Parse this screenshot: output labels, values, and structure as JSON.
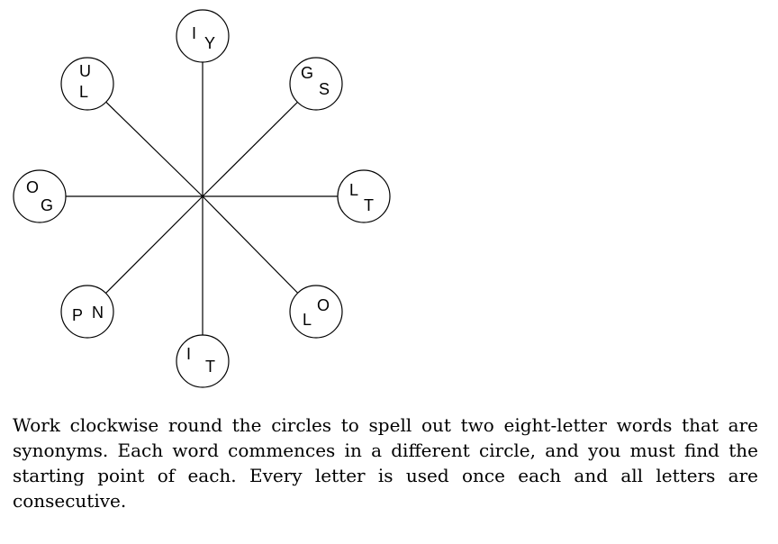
{
  "puzzle": {
    "circles": [
      {
        "id": "top",
        "letters": [
          "I",
          "Y"
        ]
      },
      {
        "id": "top-right",
        "letters": [
          "G",
          "S"
        ]
      },
      {
        "id": "right",
        "letters": [
          "L",
          "T"
        ]
      },
      {
        "id": "bottom-right",
        "letters": [
          "O",
          "L"
        ]
      },
      {
        "id": "bottom",
        "letters": [
          "I",
          "T"
        ]
      },
      {
        "id": "bottom-left",
        "letters": [
          "P",
          "N"
        ]
      },
      {
        "id": "left",
        "letters": [
          "O",
          "G"
        ]
      },
      {
        "id": "top-left",
        "letters": [
          "U",
          "L"
        ]
      }
    ]
  },
  "instructions": "Work clockwise round the circles to spell out two eight-letter words that are synonyms. Each word commences in a different circle, and you must find the starting point of each. Every letter is used once each and all letters are consecutive."
}
